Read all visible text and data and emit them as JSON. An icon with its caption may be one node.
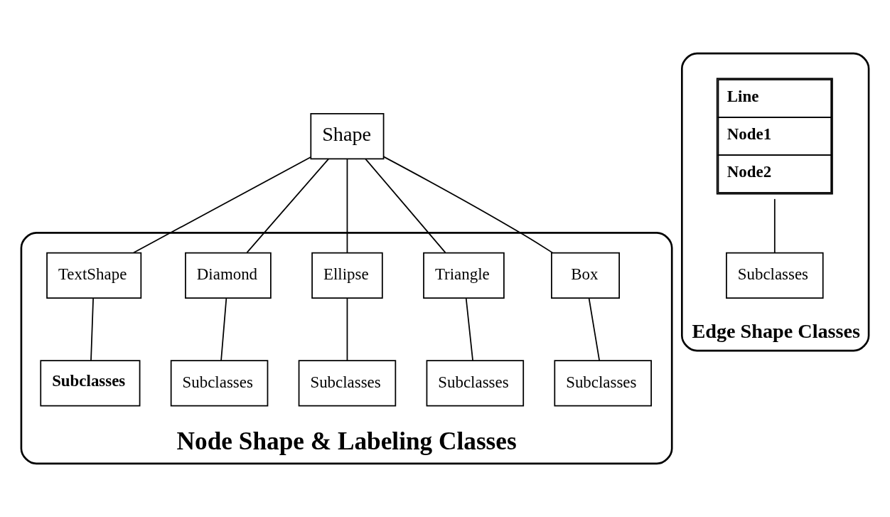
{
  "diagram": {
    "nodes": [
      {
        "text": [
          "Shape"
        ]
      },
      {
        "text": [
          "Node Shape & Labeling Classes"
        ]
      },
      {
        "text": [
          "Box"
        ],
        "in": 1
      },
      {
        "text": [
          "Triangle"
        ],
        "in": 1
      },
      {
        "text": [
          "Ellipse"
        ],
        "in": 1
      },
      {
        "text": [
          "Diamond"
        ],
        "in": 1
      },
      {
        "text": [
          "TextShape"
        ],
        "in": 1
      },
      {
        "text": [
          "Subclasses"
        ],
        "in": 1
      },
      {
        "text": [
          "Subclasses"
        ],
        "in": 1
      },
      {
        "text": [
          "Subclasses"
        ],
        "in": 1
      },
      {
        "text": [
          "Subclasses"
        ],
        "in": 1
      },
      {
        "text": [
          "Subclasses"
        ],
        "in": 1
      },
      {
        "text": [
          "Edge Shape Classes"
        ]
      },
      {
        "text": [
          "Line",
          "Node1",
          "Node2"
        ],
        "in": 12
      },
      {
        "text": [
          "Subclasses"
        ],
        "in": 12
      }
    ],
    "edges": [
      {
        "from": 0,
        "to": 2,
        "arrow": "none"
      },
      {
        "from": 0,
        "to": 3,
        "arrow": "none"
      },
      {
        "from": 0,
        "to": 4,
        "arrow": "none"
      },
      {
        "from": 0,
        "to": 5,
        "arrow": "none"
      },
      {
        "from": 0,
        "to": 6,
        "arrow": "none"
      },
      {
        "from": 2,
        "to": 7,
        "arrow": "none"
      },
      {
        "from": 3,
        "to": 8,
        "arrow": "none"
      },
      {
        "from": 4,
        "to": 9,
        "arrow": "none"
      },
      {
        "from": 5,
        "to": 10,
        "arrow": "none"
      },
      {
        "from": 6,
        "to": 11,
        "arrow": "none"
      },
      {
        "from": 13,
        "to": 14,
        "arrow": "none"
      }
    ]
  }
}
